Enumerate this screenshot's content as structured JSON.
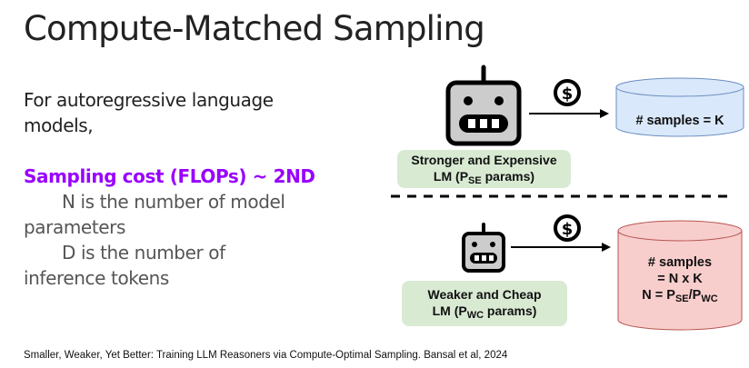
{
  "slide": {
    "title": "Compute-Matched Sampling",
    "intro_line1": "For autoregressive language",
    "intro_line2": "models,",
    "formula": "Sampling cost (FLOPs) ~ 2ND",
    "n_def_line1": "N is the number of model",
    "n_def_line2": "parameters",
    "d_def_line1": "D is the number of",
    "d_def_line2": "inference tokens",
    "citation": "Smaller, Weaker, Yet Better: Training LLM Reasoners via Compute-Optimal Sampling. Bansal et al, 2024"
  },
  "diagram": {
    "top": {
      "model_icon": "robot-icon",
      "cost_icon": "dollar-coin-icon",
      "model_label_line1": "Stronger and Expensive",
      "model_label_line2_prefix": "LM (P",
      "model_label_line2_sub": "SE",
      "model_label_line2_suffix": " params)",
      "samples_label": "# samples = K",
      "cylinder_color": "#dae8fc",
      "cylinder_stroke": "#6c8ebf"
    },
    "bottom": {
      "model_icon": "robot-icon",
      "cost_icon": "dollar-coin-icon",
      "model_label_line1": "Weaker and Cheap",
      "model_label_line2_prefix": "LM (P",
      "model_label_line2_sub": "WC",
      "model_label_line2_suffix": " params)",
      "samples_line1": "# samples",
      "samples_line2": "= N x K",
      "samples_line3_prefix": "N = P",
      "samples_line3_sub1": "SE",
      "samples_line3_mid": "/P",
      "samples_line3_sub2": "WC",
      "cylinder_color": "#f8cecc",
      "cylinder_stroke": "#b85450"
    },
    "label_box_color": "#d9ead3",
    "accent_color": "#9900ff"
  }
}
